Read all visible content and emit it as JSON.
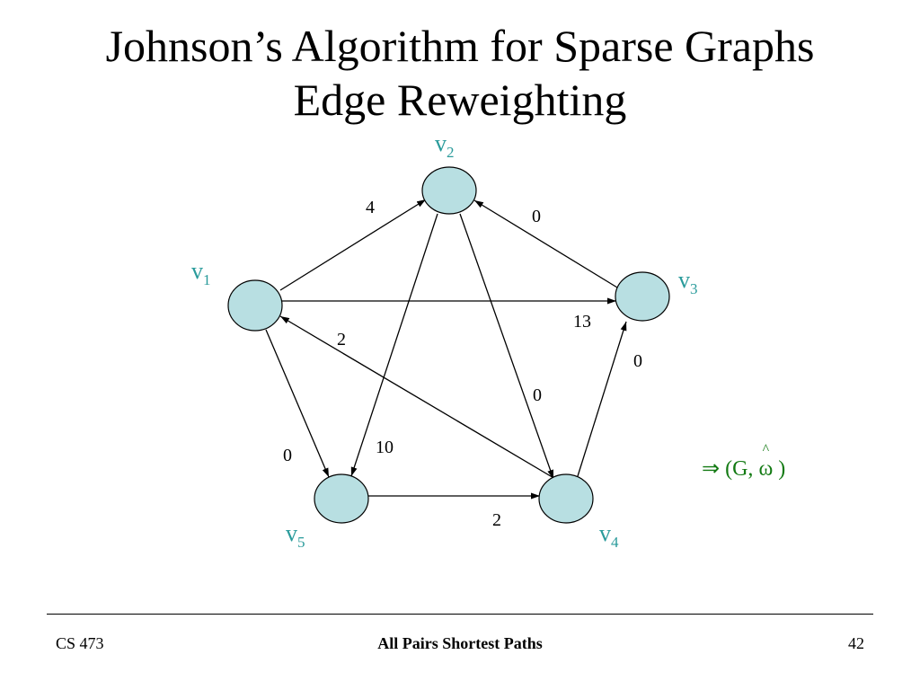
{
  "title": {
    "line1": "Johnson’s Algorithm for Sparse Graphs",
    "line2": "Edge Reweighting"
  },
  "graph": {
    "nodes": [
      {
        "letter": "v",
        "sub": "1"
      },
      {
        "letter": "v",
        "sub": "2"
      },
      {
        "letter": "v",
        "sub": "3"
      },
      {
        "letter": "v",
        "sub": "4"
      },
      {
        "letter": "v",
        "sub": "5"
      }
    ],
    "edges": [
      {
        "from": 1,
        "to": 2,
        "weight": "4"
      },
      {
        "from": 3,
        "to": 2,
        "weight": "0"
      },
      {
        "from": 1,
        "to": 3,
        "weight": "13"
      },
      {
        "from": 4,
        "to": 1,
        "weight": "2"
      },
      {
        "from": 2,
        "to": 4,
        "weight": "0"
      },
      {
        "from": 2,
        "to": 5,
        "weight": "10"
      },
      {
        "from": 1,
        "to": 5,
        "weight": "0"
      },
      {
        "from": 5,
        "to": 4,
        "weight": "2"
      },
      {
        "from": 4,
        "to": 3,
        "weight": "0"
      }
    ]
  },
  "annotation": {
    "prefix": "⇒ (G,",
    "symbol": "ω",
    "hat": "^",
    "suffix": ")"
  },
  "footer": {
    "course": "CS 473",
    "topic": "All Pairs Shortest Paths",
    "page": "42"
  },
  "colors": {
    "node_fill": "#b8dfe2",
    "node_label": "#2a9b9b",
    "annotation": "#137a13",
    "ink": "#000000"
  }
}
